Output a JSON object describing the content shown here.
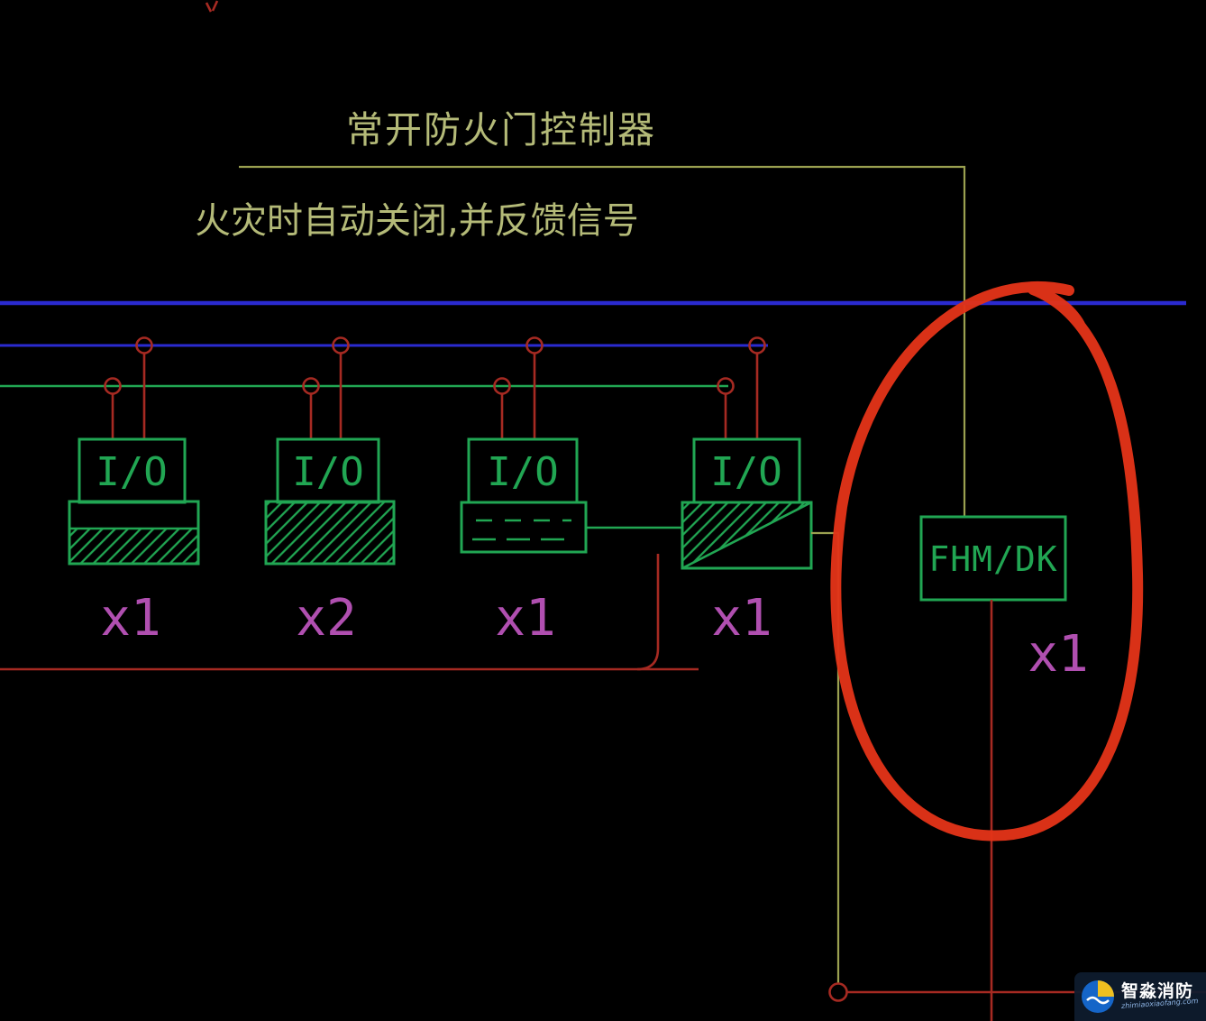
{
  "texts": {
    "title": "常开防火门控制器",
    "subtitle": "火灾时自动关闭,并反馈信号"
  },
  "modules": [
    {
      "label": "I/O",
      "count": "x1",
      "symbol": "hatched-damper"
    },
    {
      "label": "I/O",
      "count": "x2",
      "symbol": "hatched-block"
    },
    {
      "label": "I/O",
      "count": "x1",
      "symbol": "dashed-block"
    },
    {
      "label": "I/O",
      "count": "x1",
      "symbol": "diagonal-hatched-block"
    }
  ],
  "controller": {
    "label": "FHM/DK",
    "count": "x1"
  },
  "annotation": {
    "shape": "hand-drawn-circle"
  },
  "watermark": {
    "brand": "智淼消防",
    "url": "zhimiaoxiaofang.com"
  },
  "colors": {
    "background": "#000000",
    "olive_line": "#9aa050",
    "olive_text": "#b4ba78",
    "green": "#21a653",
    "blue": "#2a2ad0",
    "red_wire": "#a62a22",
    "red_annotation": "#e23318",
    "magenta": "#b04fb0"
  }
}
